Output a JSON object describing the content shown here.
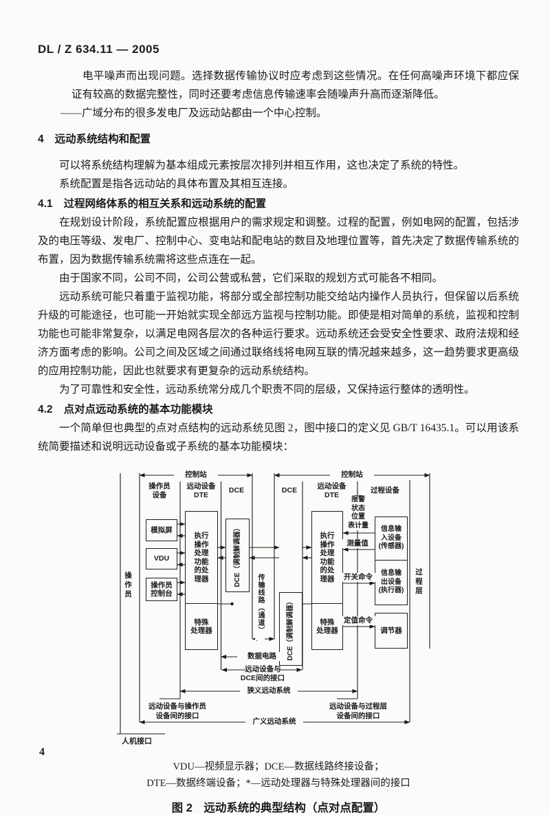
{
  "header": {
    "doc_code": "DL / Z 634.11 — 2005"
  },
  "body": {
    "intro_continued": "电平噪声而出现问题。选择数据传输协议时应考虑到这些情况。在任何高噪声环境下都应保证有较高的数据完整性，同时还要考虑信息传输速率会随噪声升高而逐渐降低。",
    "intro_dash_item": "——广域分布的很多发电厂及远动站都由一个中心控制。",
    "s4": {
      "num": "4",
      "title": "远动系统结构和配置"
    },
    "s4_p1": "可以将系统结构理解为基本组成元素按层次排列并相互作用，这也决定了系统的特性。",
    "s4_p2": "系统配置是指各远动站的具体布置及其相互连接。",
    "s41": {
      "num": "4.1",
      "title": "过程网络体系的相互关系和远动系统的配置"
    },
    "s41_p1": "在规划设计阶段，系统配置应根据用户的需求规定和调整。过程的配置，例如电网的配置，包括涉及的电压等级、发电厂、控制中心、变电站和配电站的数目及地理位置等，首先决定了数据传输系统的布置，因为数据传输系统需将这些点连在一起。",
    "s41_p2": "由于国家不同，公司不同，公司公营或私营，它们采取的规划方式可能各不相同。",
    "s41_p3": "远动系统可能只着重于监视功能，将部分或全部控制功能交给站内操作人员执行，但保留以后系统升级的可能途径，也可能一开始就实现全部远方监视与控制功能。即使是相对简单的系统，监视和控制功能也可能非常复杂，以满足电网各层次的各种运行要求。远动系统还会受安全性要求、政府法规和经济方面考虑的影响。公司之间及区域之间通过联络线将电网互联的情况越来越多，这一趋势要求更高级的应用控制功能，因此也就要求有更复杂的远动系统结构。",
    "s41_p4": "为了可靠性和安全性，远动系统常分成几个职责不同的层级，又保持运行整体的透明性。",
    "s42": {
      "num": "4.2",
      "title": "点对点远动系统的基本功能模块"
    },
    "s42_p1": "一个简单但也典型的点对点结构的远动系统见图 2，图中接口的定义见 GB/T 16435.1。可以用该系统简要描述和说明远动设备或子系统的基本功能模块："
  },
  "figure": {
    "station_left": "控制站",
    "station_right": "控制站",
    "col_operator_eq": "操作员\n设备",
    "col_dte_left": "远动设备\nDTE",
    "col_dce_left": "DCE",
    "col_dce_right": "DCE",
    "col_dte_right": "远动设备\nDTE",
    "col_process_eq": "过程设备",
    "operator_level": "操作员",
    "process_level": "过程层",
    "box_mimic": "模拟屏",
    "box_vdu": "VDU",
    "box_console": "操作员\n控制台",
    "box_processor": "执行\n操作\n处理\n功能\n的处\n理器",
    "box_special": "特殊\n处理器",
    "box_dce": "DCE（调制解调器）",
    "box_info_in": "信息输\n入设备\n(传感器)",
    "box_info_out": "信息输\n出设备\n(执行器)",
    "box_regulator": "调节器",
    "lbl_alarm": "报警\n状态\n位置\n表计量",
    "lbl_measured": "测量值",
    "lbl_switch_cmd": "开关命令",
    "lbl_setpoint_cmd": "定值命令",
    "lbl_trans_line": "传输线路（通道）",
    "lbl_data_circuit": "数据电路",
    "lbl_dce_iface_1": "远动设备与",
    "lbl_dce_iface_2": "DCE间的接口",
    "lbl_narrow_sys": "狭义远动系统",
    "lbl_op_iface": "远动设备与操作员\n设备间的接口",
    "lbl_proc_iface": "远动设备与过程层\n设备间的接口",
    "lbl_broad_sys": "广义远动系统",
    "lbl_mmi": "人机接口",
    "caption_1": "VDU—视频显示器；DCE—数据线路终接设备；",
    "caption_2": "DTE—数据终端设备；*—远动处理器与特殊处理器间的接口",
    "title": "图 2　远动系统的典型结构（点对点配置）"
  },
  "footer": {
    "page_number": "4"
  }
}
